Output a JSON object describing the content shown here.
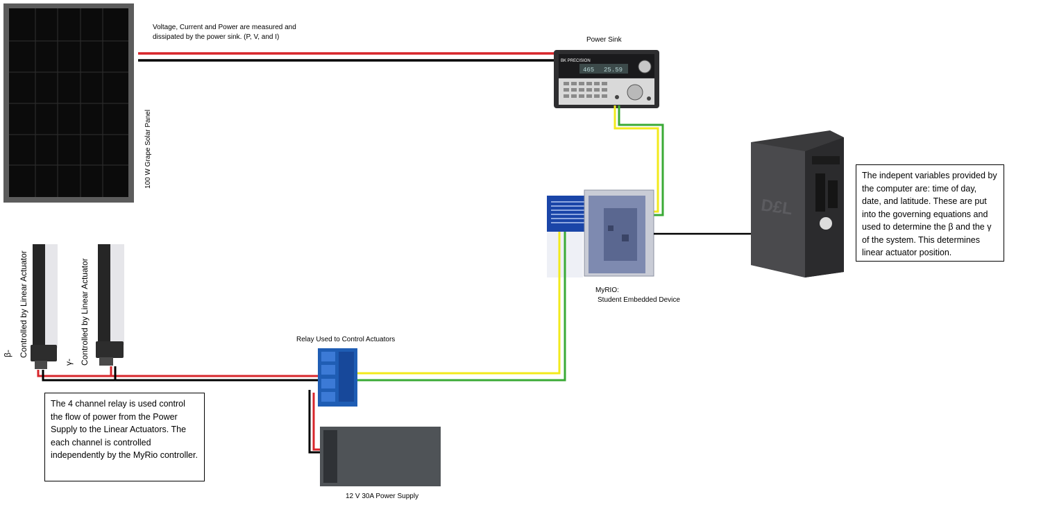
{
  "labels": {
    "measure_note": "Voltage, Current and Power are measured and dissipated by the power sink. (P, V, and I)",
    "power_sink": "Power Sink",
    "solar_panel": "100 W Grape Solar Panel",
    "myrio_line1": "MyRIO:",
    "myrio_line2": "Student Embedded Device",
    "relay": "Relay Used to Control Actuators",
    "power_supply": "12 V 30A Power Supply",
    "beta_symbol": "β-",
    "beta_actuator": "Controlled by Linear Actuator",
    "gamma_symbol": "γ-",
    "gamma_actuator": "Controlled by Linear Actuator"
  },
  "notes": {
    "computer": "The indepent variables provided by the computer are: time of day, date, and latitude. These are put into the governing equations and used to determine the β and the γ of the system. This determines linear actuator position.",
    "relay": "The 4 channel relay is used control the flow of power from the Power Supply to the Linear Actuators. The each channel is controlled independently by the MyRio controller."
  },
  "device_text": {
    "sink_brand": "BK PRECISION",
    "sink_display_left": "465",
    "sink_display_right": "25.59"
  },
  "colors": {
    "wire_red": "#d7262b",
    "wire_black": "#000000",
    "wire_yellow": "#f2ea1c",
    "wire_green": "#3aaa35",
    "panel_dark": "#101010",
    "relay_blue": "#1f5db4"
  }
}
